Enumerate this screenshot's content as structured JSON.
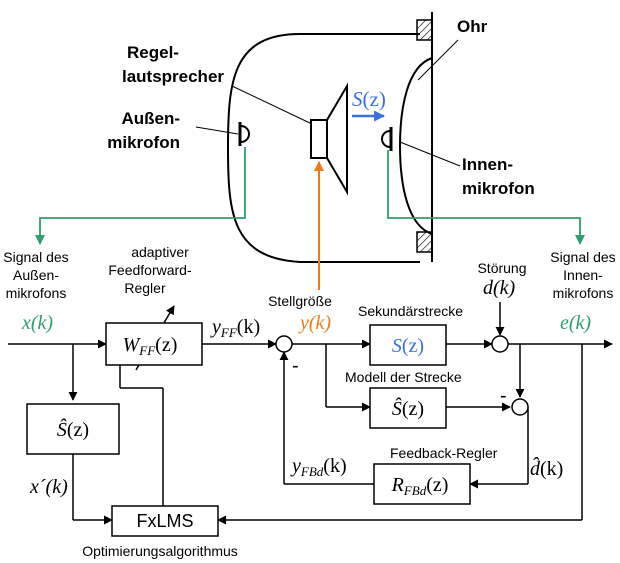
{
  "colors": {
    "black": "#000000",
    "green": "#2e9e6a",
    "orange": "#f07a1a",
    "blue": "#3b6fe0"
  },
  "labels": {
    "regel_line1": "Regel-",
    "regel_line2": "lautsprecher",
    "aussen_line1": "Außen-",
    "aussen_line2": "mikrofon",
    "ohr": "Ohr",
    "innen_line1": "Innen-",
    "innen_line2": "mikrofon",
    "s_path": "S",
    "z": "(z)",
    "sig_aussen_1": "Signal des",
    "sig_aussen_2": "Außen-",
    "sig_aussen_3": "mikrofons",
    "adaptive_1": "adaptiver",
    "adaptive_2": "Feedforward-",
    "adaptive_3": "Regler",
    "stellgroesse": "Stellgröße",
    "sekundaer": "Sekundärstrecke",
    "stoerung": "Störung",
    "sig_innen_1": "Signal des",
    "sig_innen_2": "Innen-",
    "sig_innen_3": "mikrofons",
    "modell": "Modell der Strecke",
    "feedback": "Feedback-Regler",
    "fxlms": "FxLMS",
    "optim": "Optimierungsalgorithmus",
    "minus1": "-",
    "minus2": "-"
  },
  "math": {
    "x_k": "x(k)",
    "wff_W": "W",
    "wff_sub": "FF",
    "wff_z": "(z)",
    "yff_y": "y",
    "yff_sub": "FF",
    "yff_k": "(k)",
    "y_k": "y(k)",
    "S_z_S": "S",
    "S_z_z": "(z)",
    "d_k": "d(k)",
    "e_k": "e(k)",
    "shat_S": "Ŝ",
    "shat_z": "(z)",
    "shat2_S": "Ŝ",
    "shat2_z": "(z)",
    "yfbd_y": "y",
    "yfbd_sub": "FBd",
    "yfbd_k": "(k)",
    "r_R": "R",
    "r_sub": "FBd",
    "r_z": "(z)",
    "dhat": "d̂",
    "dhat_k": "(k)",
    "xprime": "x´(k)"
  }
}
